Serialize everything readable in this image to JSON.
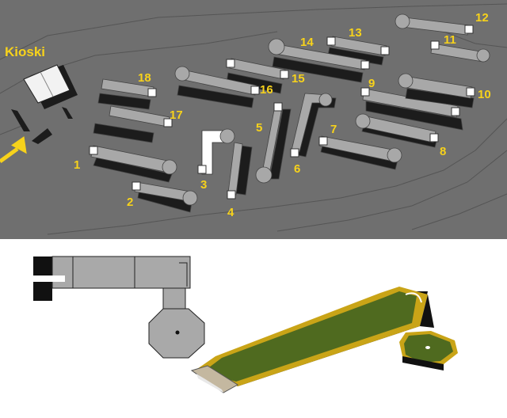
{
  "map": {
    "kiosk_label": "Kioski",
    "colors": {
      "background": "#6f6f6f",
      "label": "#f7d21b",
      "lane": "#a8a8a8",
      "shadow": "#1a1a1a"
    },
    "holes": [
      "1",
      "2",
      "3",
      "4",
      "5",
      "6",
      "7",
      "8",
      "9",
      "10",
      "11",
      "12",
      "13",
      "14",
      "15",
      "16",
      "17",
      "18"
    ]
  },
  "detail": {
    "colors": {
      "plan_fill": "#a9a9a9",
      "turf": "#4f6a1f",
      "rail": "#e4c01c"
    }
  }
}
